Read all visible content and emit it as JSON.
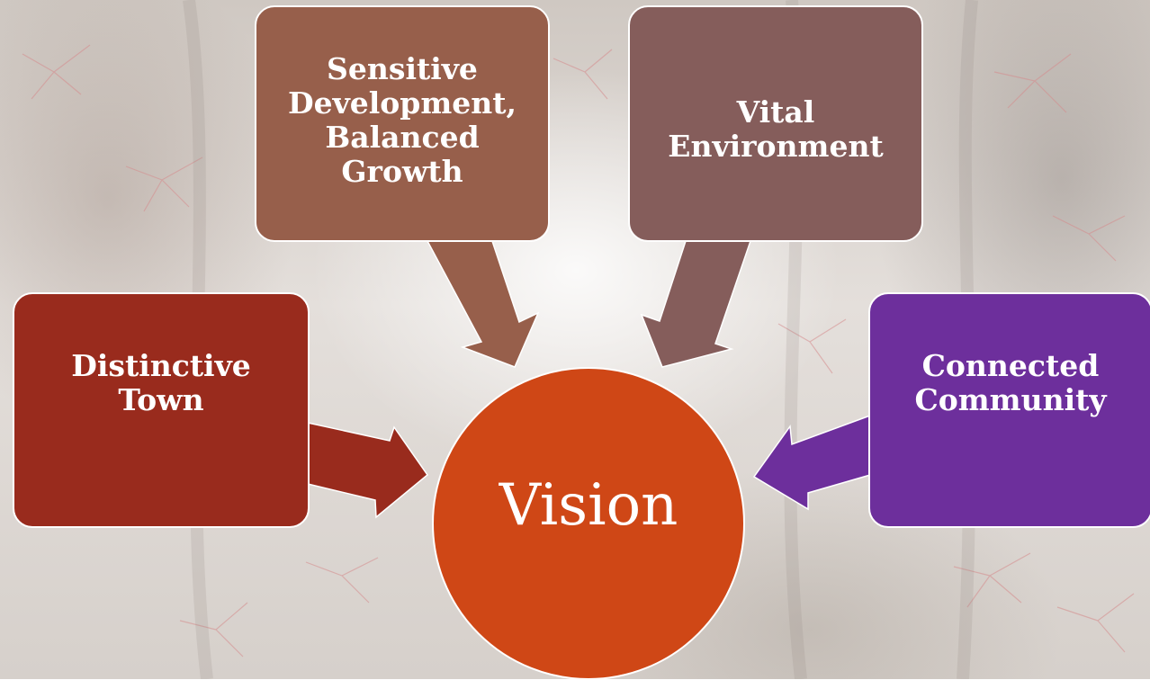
{
  "diagram": {
    "center": {
      "label": "Vision",
      "color": "#cf4716"
    },
    "inputs": [
      {
        "label": "Distinctive\nTown",
        "color": "#992b1d"
      },
      {
        "label": "Sensitive\nDevelopment,\nBalanced\nGrowth",
        "color": "#975f4b"
      },
      {
        "label": "Vital\nEnvironment",
        "color": "#855d5b"
      },
      {
        "label": "Connected\nCommunity",
        "color": "#6d2f9c"
      }
    ]
  }
}
